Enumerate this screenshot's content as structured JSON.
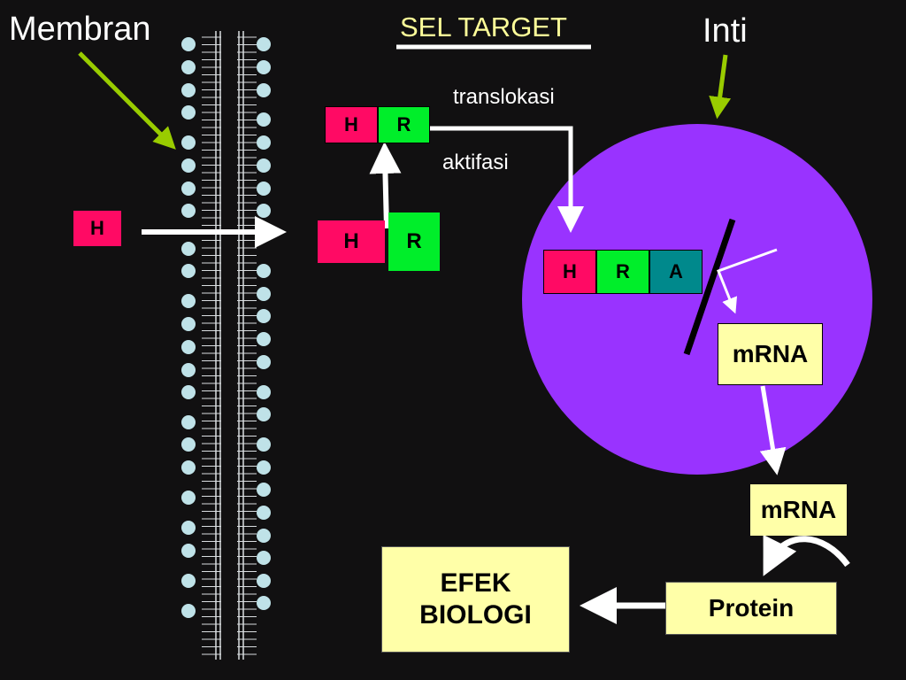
{
  "labels": {
    "membran": "Membran",
    "sel_target": "SEL TARGET",
    "inti": "Inti",
    "translokasi": "translokasi",
    "aktifasi": "aktifasi"
  },
  "boxes": {
    "h_outside": "H",
    "h_mid": "H",
    "r_mid": "R",
    "h_top": "H",
    "r_top": "R",
    "h_nucleus": "H",
    "r_nucleus": "R",
    "a_nucleus": "A",
    "mrna_nucleus": "mRNA",
    "mrna_outside": "mRNA",
    "protein": "Protein",
    "efek_line1": "EFEK",
    "efek_line2": "BIOLOGI"
  },
  "colors": {
    "background": "#111011",
    "hormone": "#ff0a64",
    "receptor": "#00ee2a",
    "acceptor": "#00898c",
    "nucleus": "#9933ff",
    "box_yellow": "#ffffa8",
    "label_yellow": "#ffff99",
    "pointer_green": "#99cc00",
    "bead": "#bfe2e8"
  }
}
